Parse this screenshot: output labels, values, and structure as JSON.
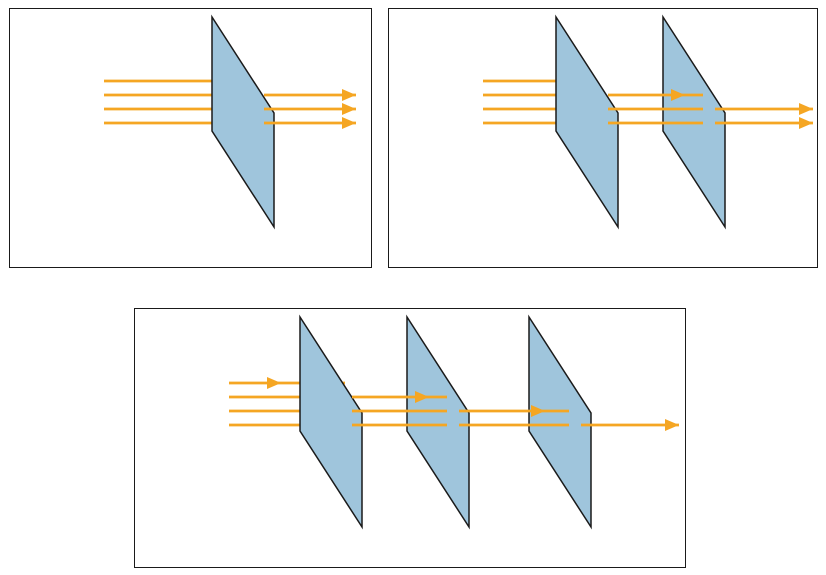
{
  "colors": {
    "beam": "#f5a623",
    "filter_fill": "#9fc5dc",
    "filter_stroke": "#1a1a1a",
    "flashlight_body": "#111111",
    "flashlight_lens": "#f2e51e",
    "panel_border": "#1a1a1a"
  },
  "panels": [
    {
      "id": "single-filter",
      "filters": 1,
      "beams_incident": 4,
      "beams_transmitted_per_filter": [
        3
      ]
    },
    {
      "id": "two-filters",
      "filters": 2,
      "beams_incident": 4,
      "beams_transmitted_per_filter": [
        3,
        2
      ]
    },
    {
      "id": "three-filters",
      "filters": 3,
      "beams_incident": 4,
      "beams_transmitted_per_filter": [
        3,
        2,
        1
      ]
    }
  ]
}
